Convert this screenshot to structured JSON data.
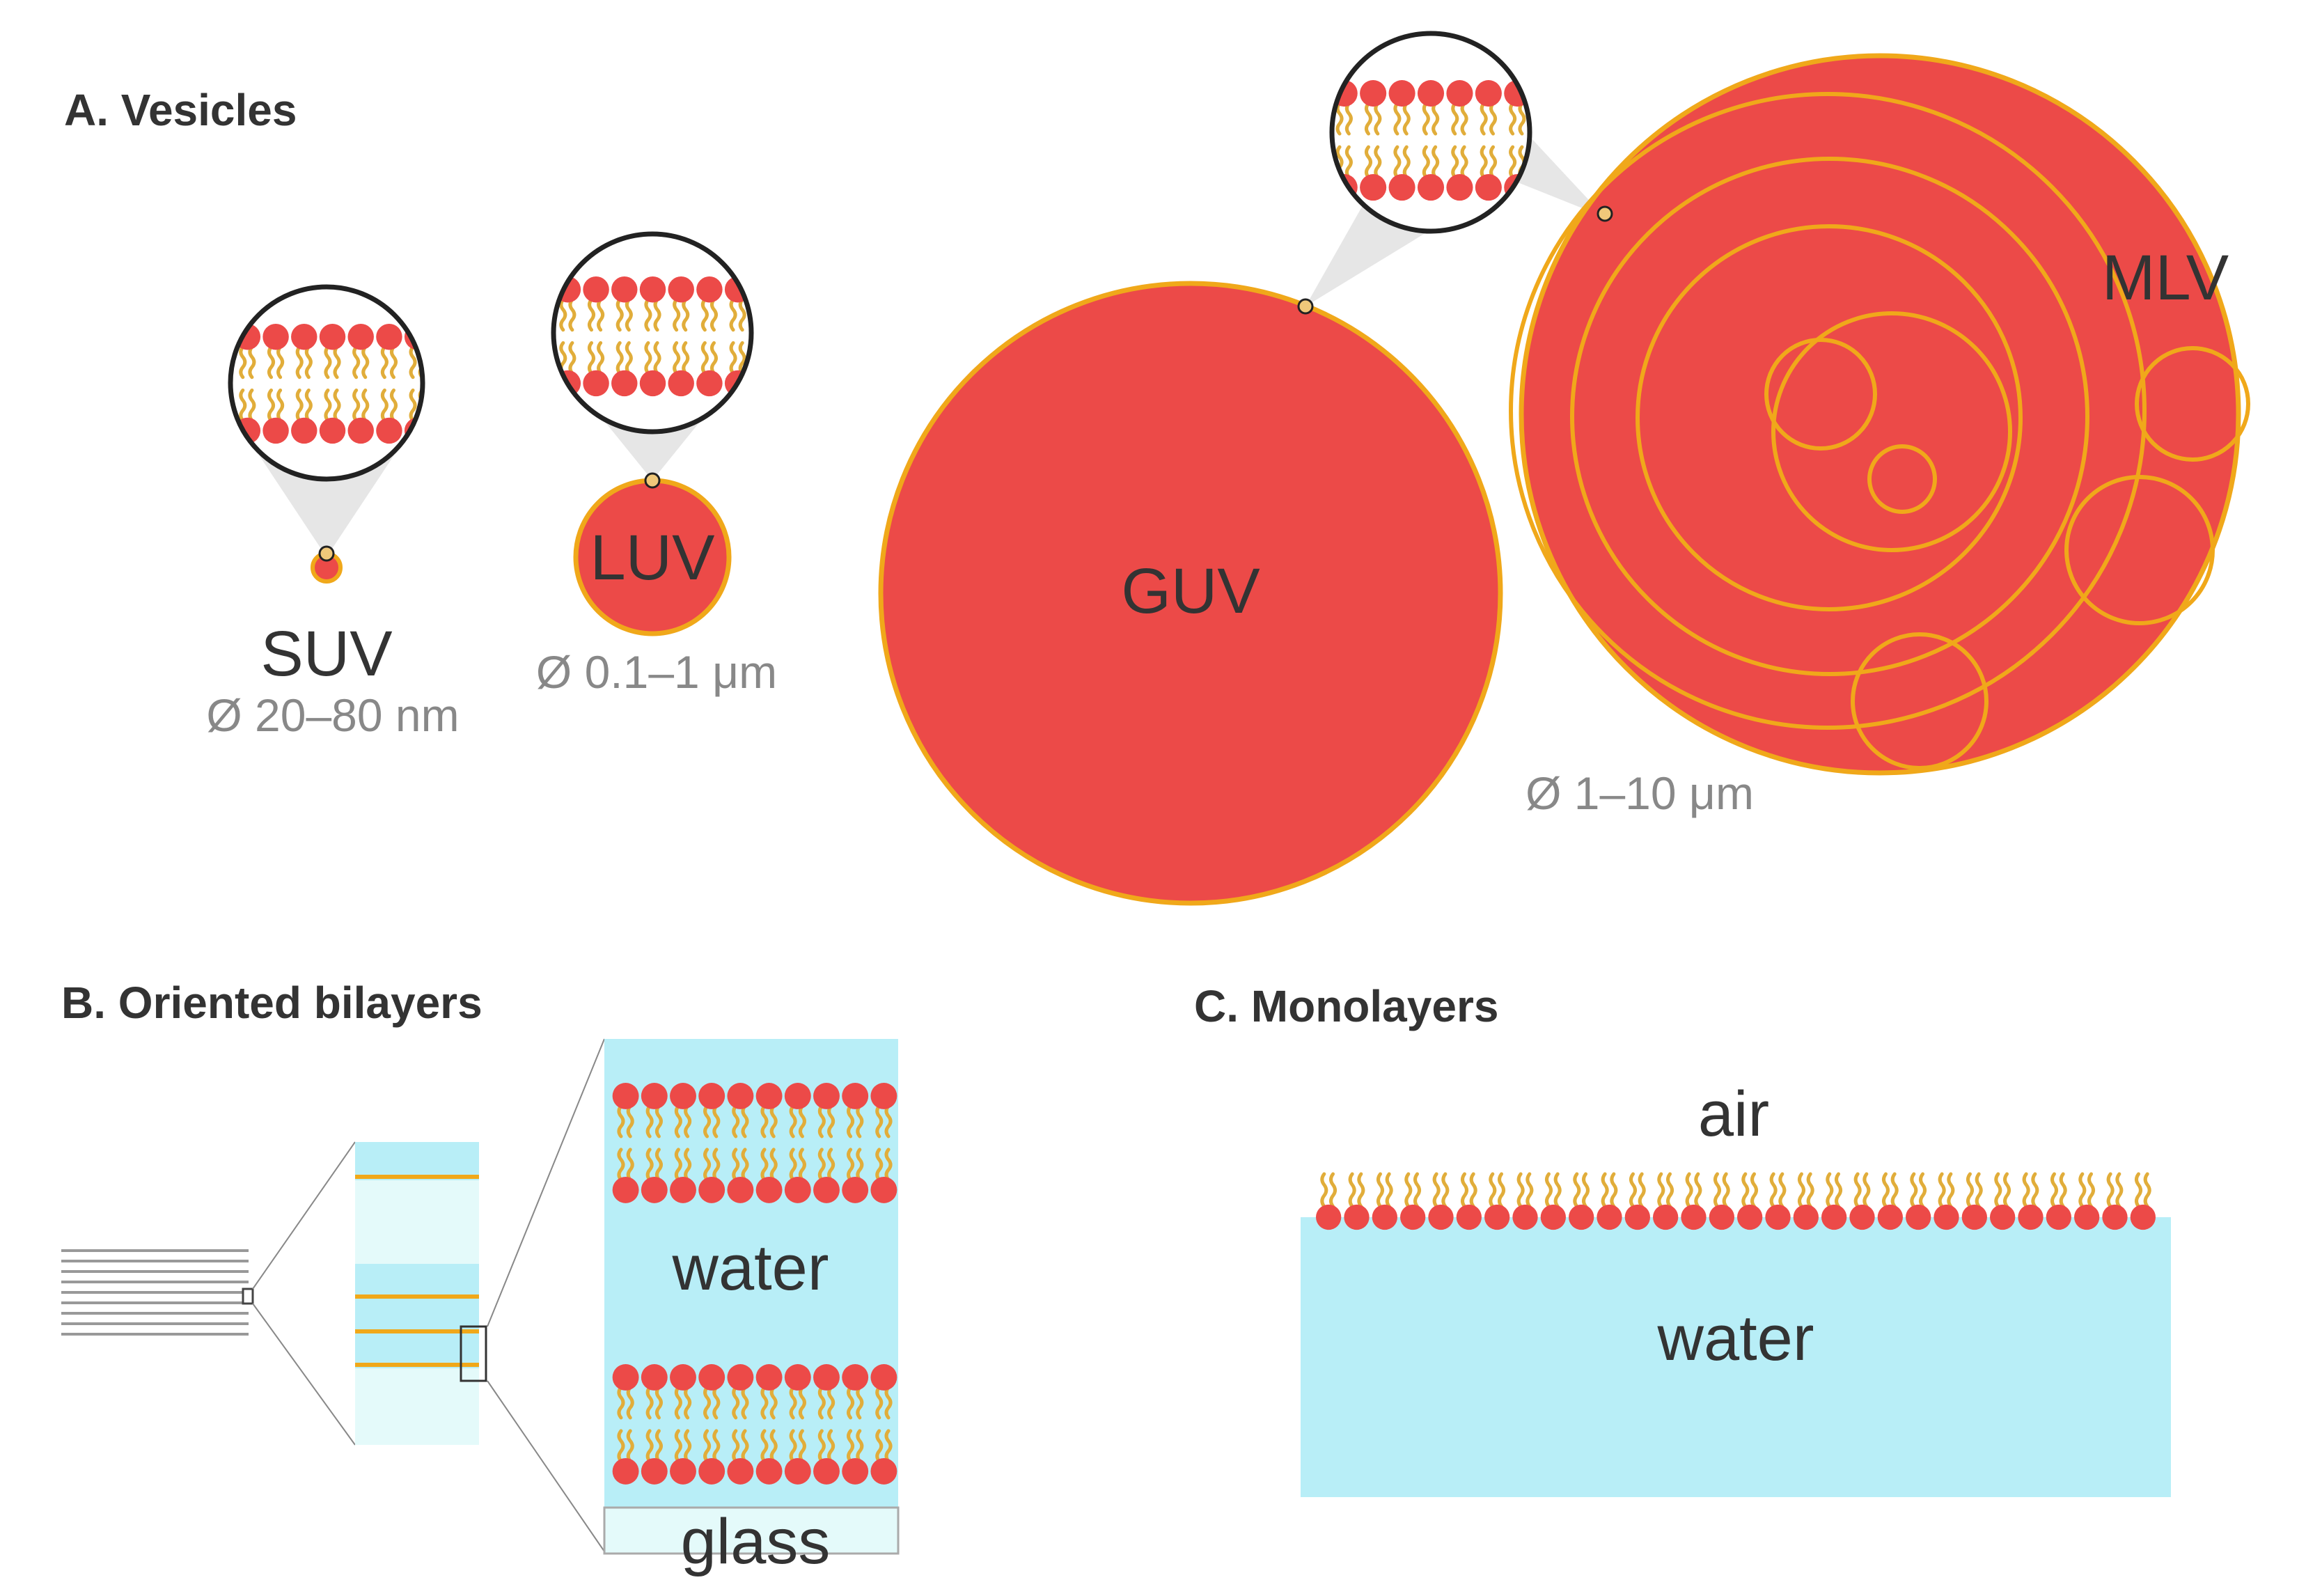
{
  "colors": {
    "membrane": "#ec4a48",
    "outline": "#f0a81a",
    "tail": "#e1ad3a",
    "water": "#b8eef7",
    "water_light": "#e4fafa",
    "line_gray": "#999999",
    "text": "#333333",
    "dim_text": "#888888"
  },
  "panels": {
    "a": {
      "title": "A. Vesicles",
      "suv": {
        "label": "SUV",
        "size": "Ø 20–80 nm"
      },
      "luv": {
        "label": "LUV",
        "size": "Ø 0.1–1 μm"
      },
      "guv": {
        "label": "GUV"
      },
      "mlv": {
        "label": "MLV"
      },
      "large_size": "Ø 1–10 μm"
    },
    "b": {
      "title": "B. Oriented bilayers",
      "water_label": "water",
      "glass_label": "glass"
    },
    "c": {
      "title": "C. Monolayers",
      "air_label": "air",
      "water_label": "water"
    }
  }
}
